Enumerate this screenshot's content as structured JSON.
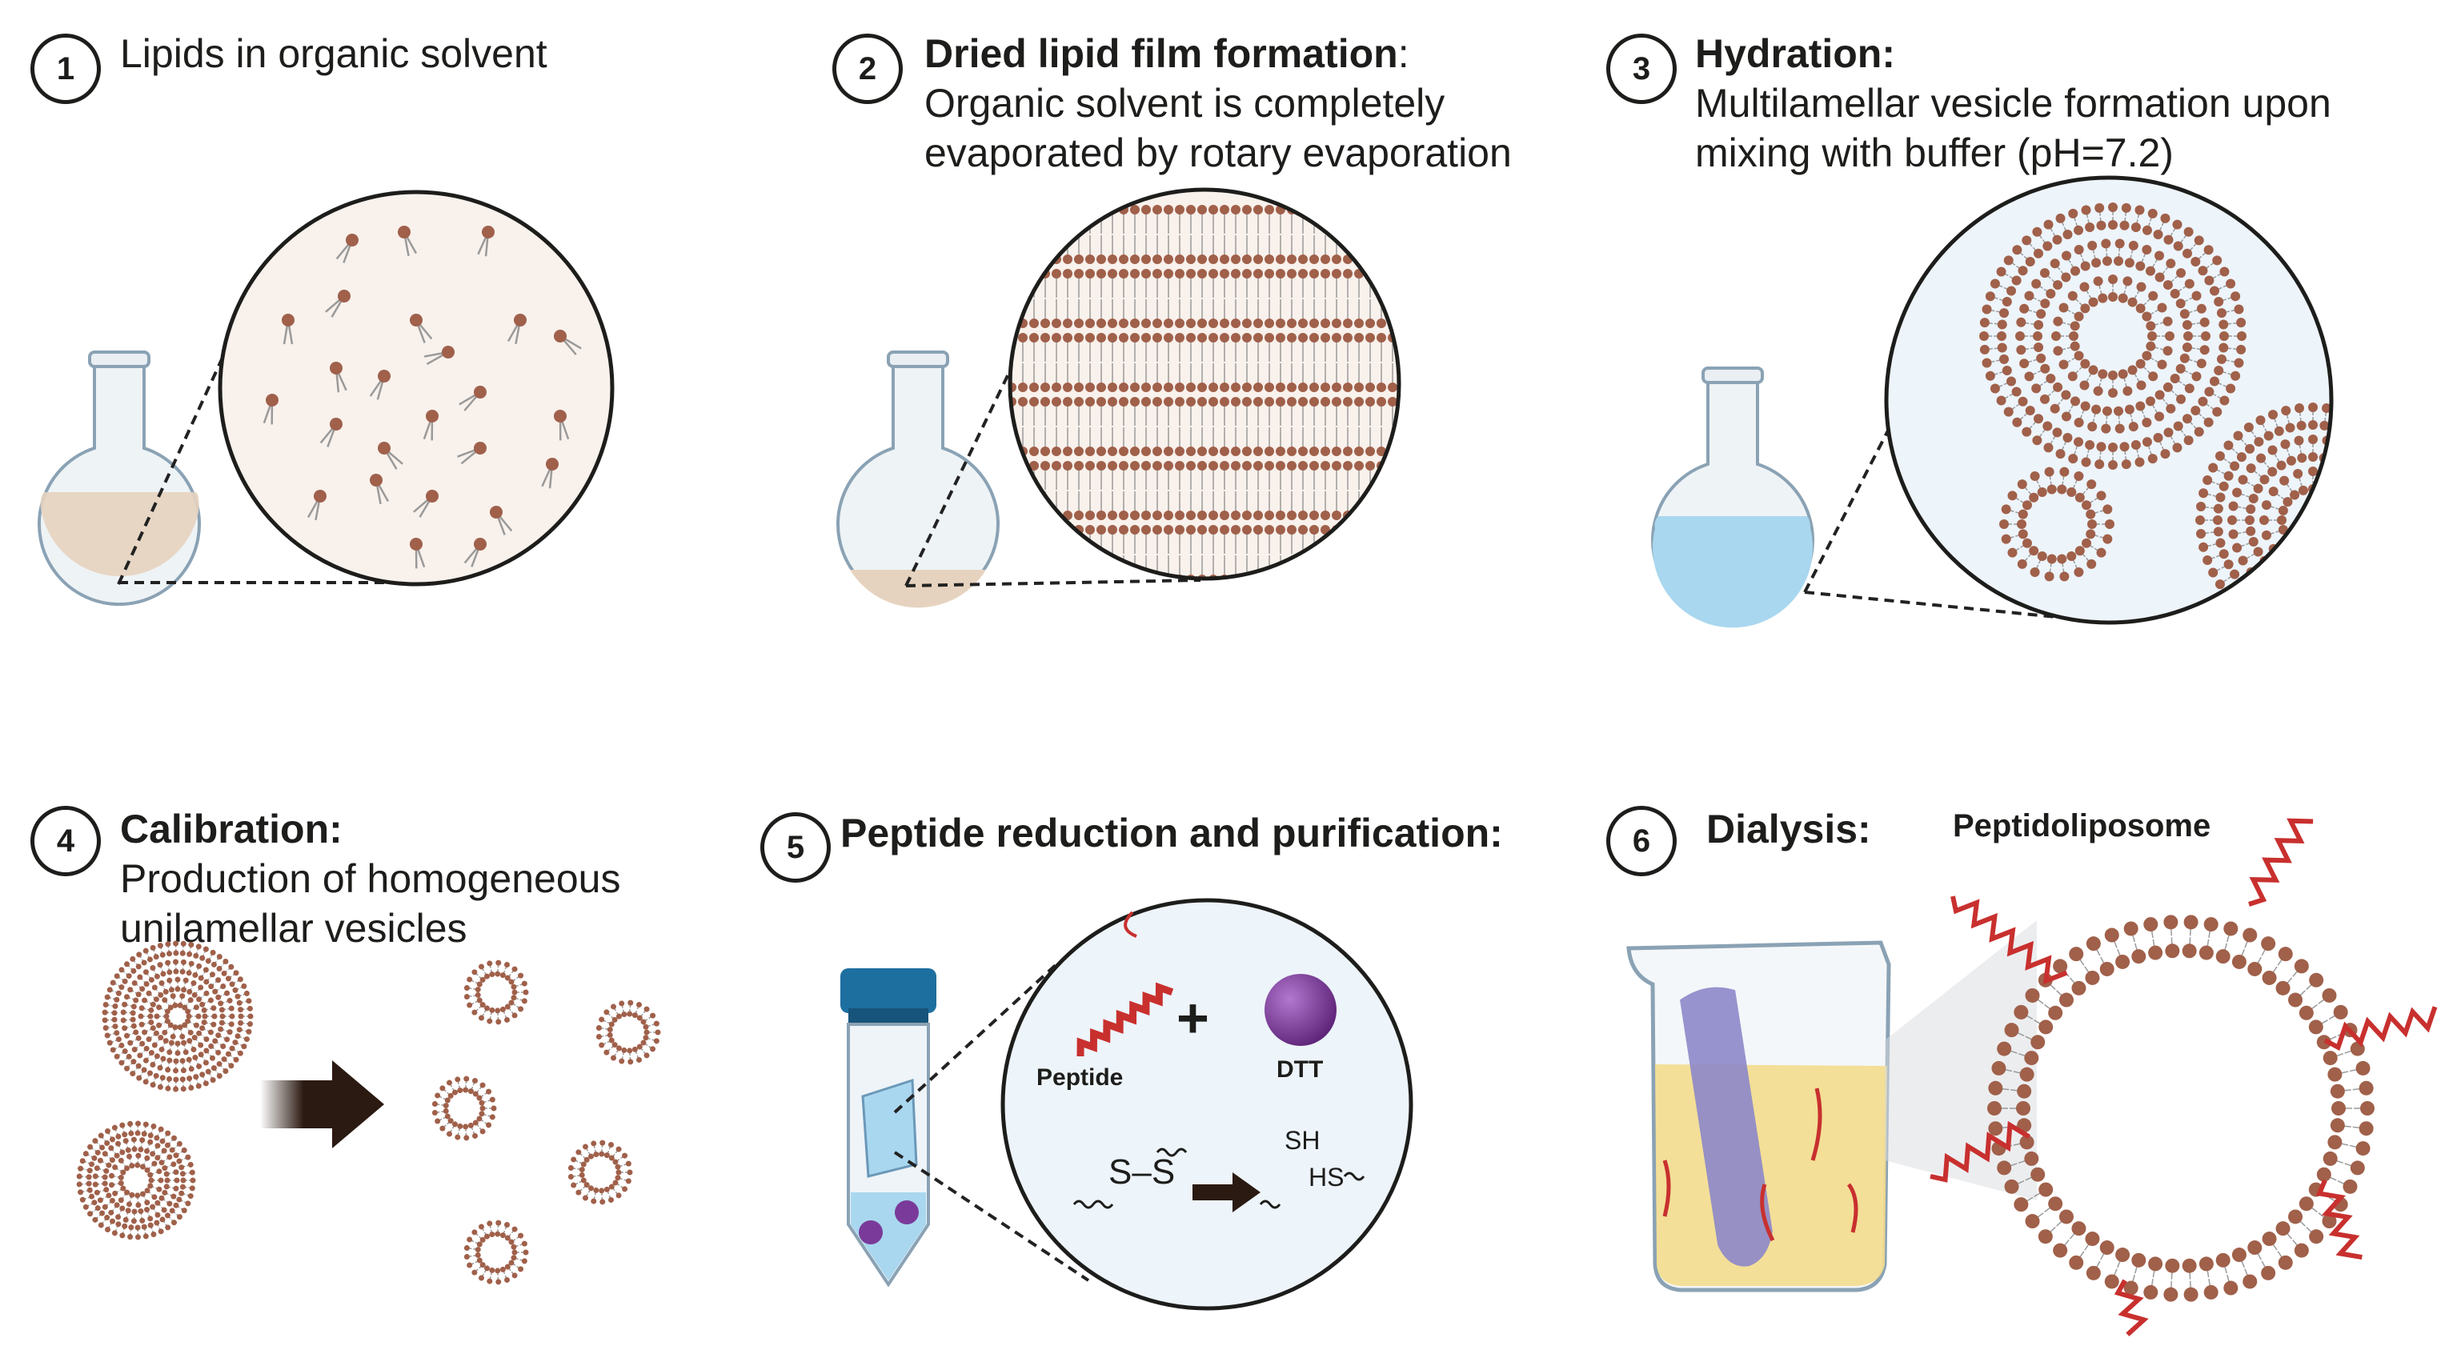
{
  "steps": [
    {
      "number": "1",
      "title": "",
      "description": "Lipids in organic solvent"
    },
    {
      "number": "2",
      "title": "Dried lipid film formation",
      "suffix": ":",
      "description": "Organic solvent is completely evaporated by rotary evaporation"
    },
    {
      "number": "3",
      "title": "Hydration:",
      "description": "Multilamellar vesicle formation upon mixing with buffer (pH=7.2)"
    },
    {
      "number": "4",
      "title": "Calibration:",
      "description": "Production of homogeneous unilamellar vesicles"
    },
    {
      "number": "5",
      "title": "Peptide reduction and purification:",
      "description": ""
    },
    {
      "number": "6",
      "title": "Dialysis:",
      "description": ""
    }
  ],
  "labels": {
    "peptide": "Peptide",
    "dtt": "DTT",
    "plus": "+",
    "disulfide": "S–S",
    "sh": "SH",
    "hs": "HS",
    "peptidoliposome": "Peptidoliposome"
  },
  "colors": {
    "lipid_head": "#a0604a",
    "lipid_tail": "#9a9a9a",
    "peptide": "#c8302e",
    "solvent": "#e6d3bf",
    "buffer": "#a9d7ef",
    "dialysis_fluid": "#f3dc8d",
    "tube_cap": "#1d6fa0",
    "dtt": "#7a3a9a",
    "arrow": "#2b1a12",
    "zoom_bg": "#f9f1ec"
  }
}
